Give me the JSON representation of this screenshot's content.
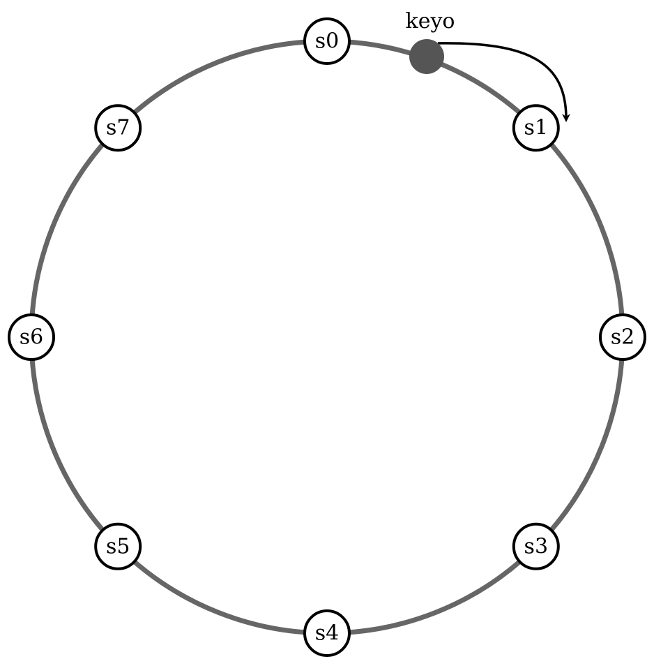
{
  "colors": {
    "ring": "#666666",
    "node_stroke": "#000000",
    "node_fill": "#ffffff",
    "key_dot": "#555555",
    "arrow": "#000000",
    "text": "#000000"
  },
  "servers": [
    {
      "label": "s0"
    },
    {
      "label": "s1"
    },
    {
      "label": "s2"
    },
    {
      "label": "s3"
    },
    {
      "label": "s4"
    },
    {
      "label": "s5"
    },
    {
      "label": "s6"
    },
    {
      "label": "s7"
    }
  ],
  "key": {
    "label": "keyo",
    "maps_to": "s1"
  }
}
